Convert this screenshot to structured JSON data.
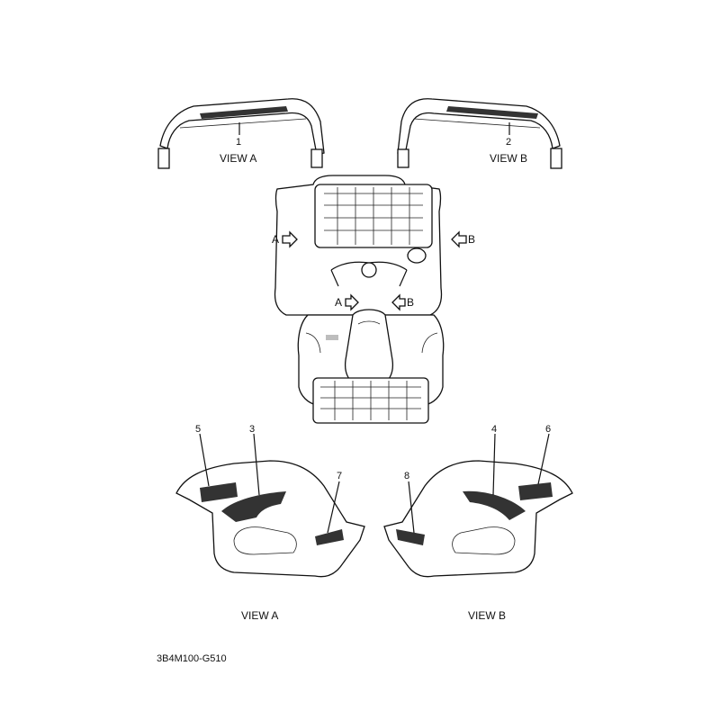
{
  "callouts": [
    "1",
    "2",
    "3",
    "4",
    "5",
    "6",
    "7",
    "8"
  ],
  "views": {
    "top_left": "VIEW A",
    "top_right": "VIEW B",
    "bottom_left": "VIEW A",
    "bottom_right": "VIEW B"
  },
  "arrows": {
    "left_outer": "A",
    "right_outer": "B",
    "left_inner": "A",
    "right_inner": "B"
  },
  "part_code": "3B4M100-G510",
  "colors": {
    "line": "#111111",
    "decal": "#333333"
  }
}
